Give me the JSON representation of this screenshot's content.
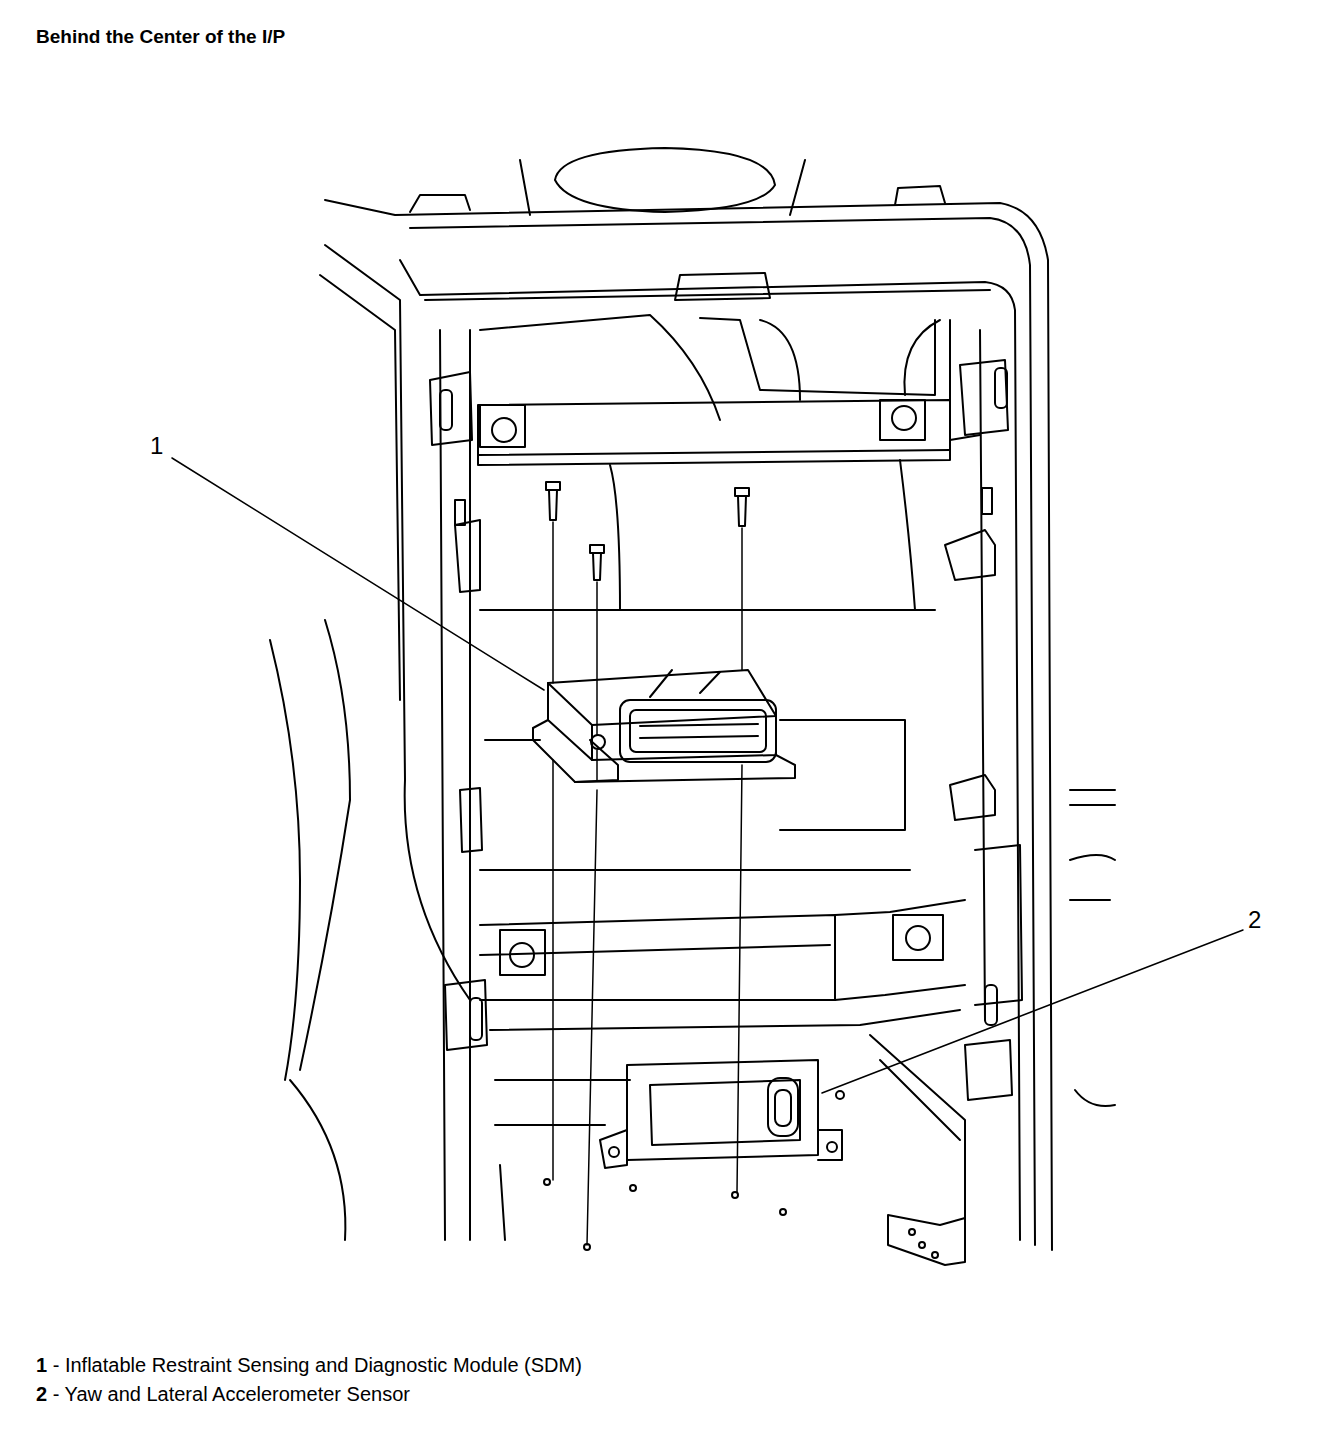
{
  "diagram": {
    "title": "Behind the Center of the I/P",
    "labels": [
      "1",
      "2",
      "1 - Inflatable Restraint Sensing and Diagnostic Module (SDM)",
      "2 - Yaw and Lateral Accelerometer Sensor"
    ]
  }
}
